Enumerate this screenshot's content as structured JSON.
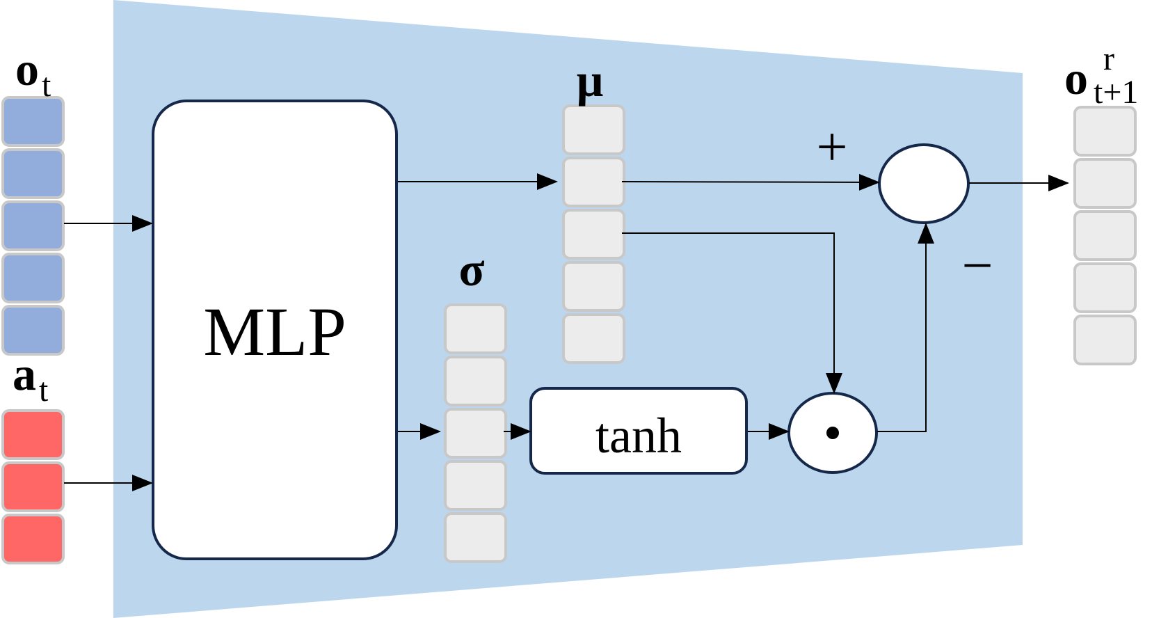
{
  "labels": {
    "obs_main": "o",
    "obs_sub": "t",
    "action_main": "a",
    "action_sub": "t",
    "mlp": "MLP",
    "mu": "μ",
    "sigma": "σ",
    "tanh": "tanh",
    "plus": "+",
    "minus": "−",
    "dot_op": "•",
    "out_main": "o",
    "out_sup": "r",
    "out_sub": "t+1"
  },
  "colors": {
    "background_band": "#bcd6ee",
    "observation_cells": "#92acdb",
    "action_cells": "#ff6666",
    "latent_cells": "#ececec",
    "cell_border": "#c8c8c8",
    "box_border": "#16284a"
  },
  "vectors": {
    "observation_length": 5,
    "action_length": 3,
    "mu_length": 5,
    "sigma_length": 5,
    "output_length": 5
  }
}
